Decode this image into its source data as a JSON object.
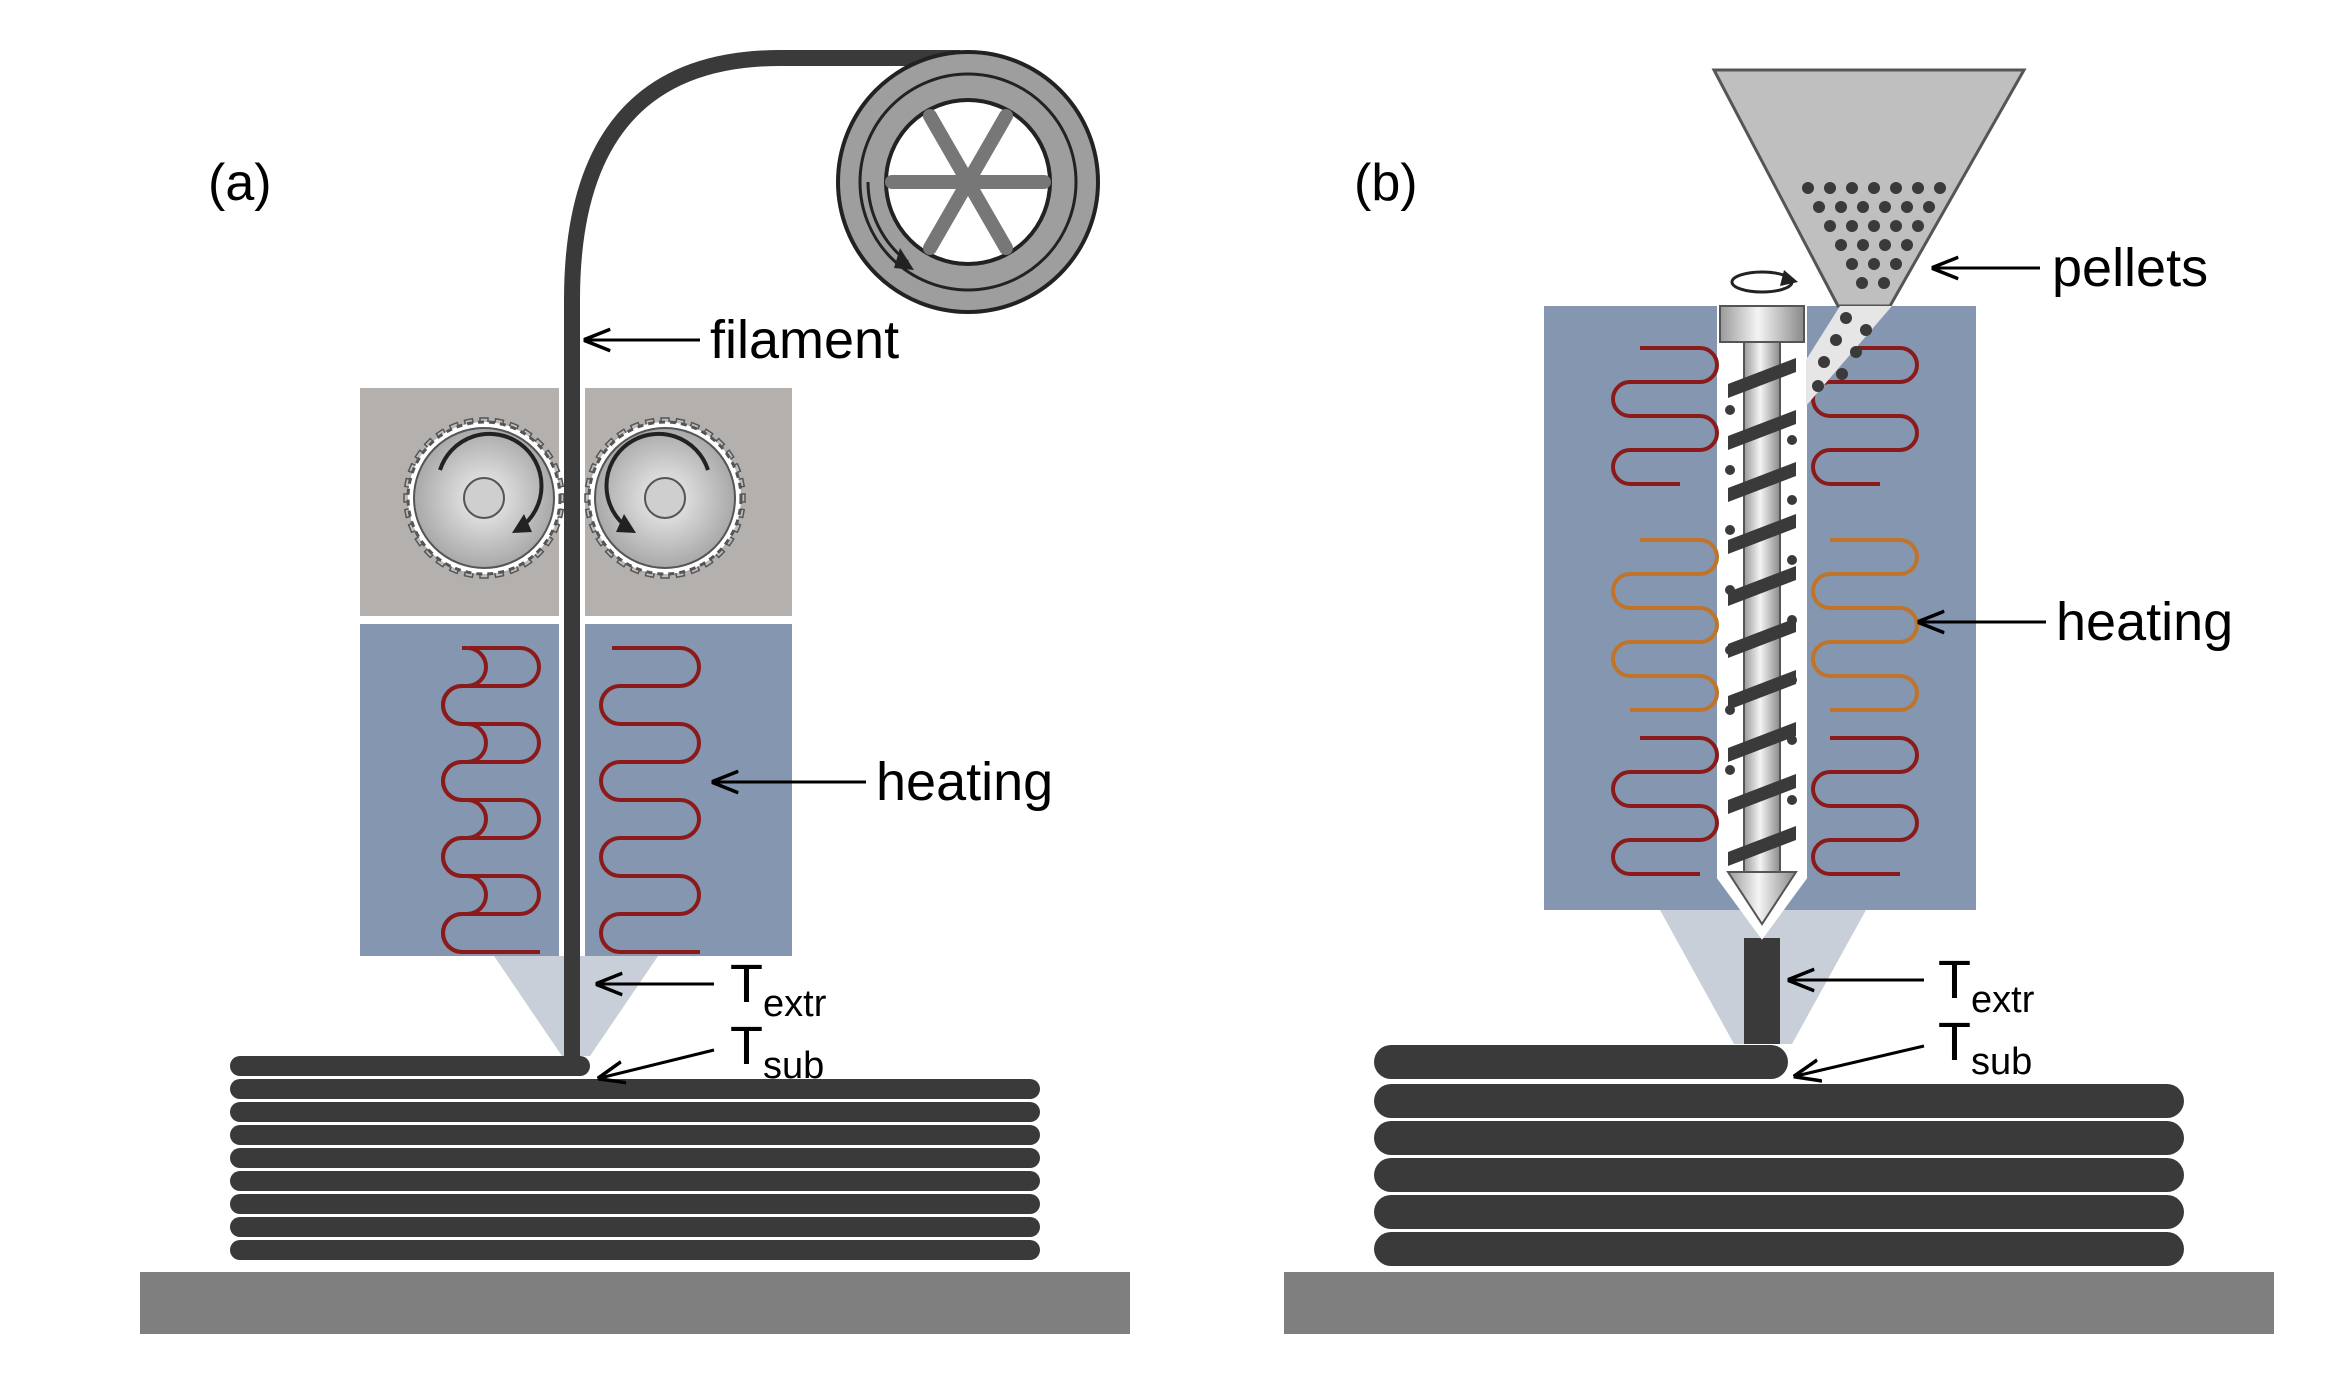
{
  "panel_a": {
    "tag": "(a)",
    "filament_label": "filament",
    "heating_label": "heating",
    "t_extr": {
      "main": "T",
      "sub": "extr"
    },
    "t_sub": {
      "main": "T",
      "sub": "sub"
    }
  },
  "panel_b": {
    "tag": "(b)",
    "pellets_label": "pellets",
    "heating_label": "heating",
    "t_extr": {
      "main": "T",
      "sub": "extr"
    },
    "t_sub": {
      "main": "T",
      "sub": "sub"
    }
  },
  "colors": {
    "filament": "#3a3a3a",
    "heater_block": "#8496b0",
    "heating_coil": "#8b1a1a",
    "heating_coil_hot": "#c0742a",
    "gear_box": "#b4b0ae",
    "nozzle": "#c8cfd9",
    "build_plate": "#7f7f7f",
    "hopper": "#bfbfbf"
  }
}
